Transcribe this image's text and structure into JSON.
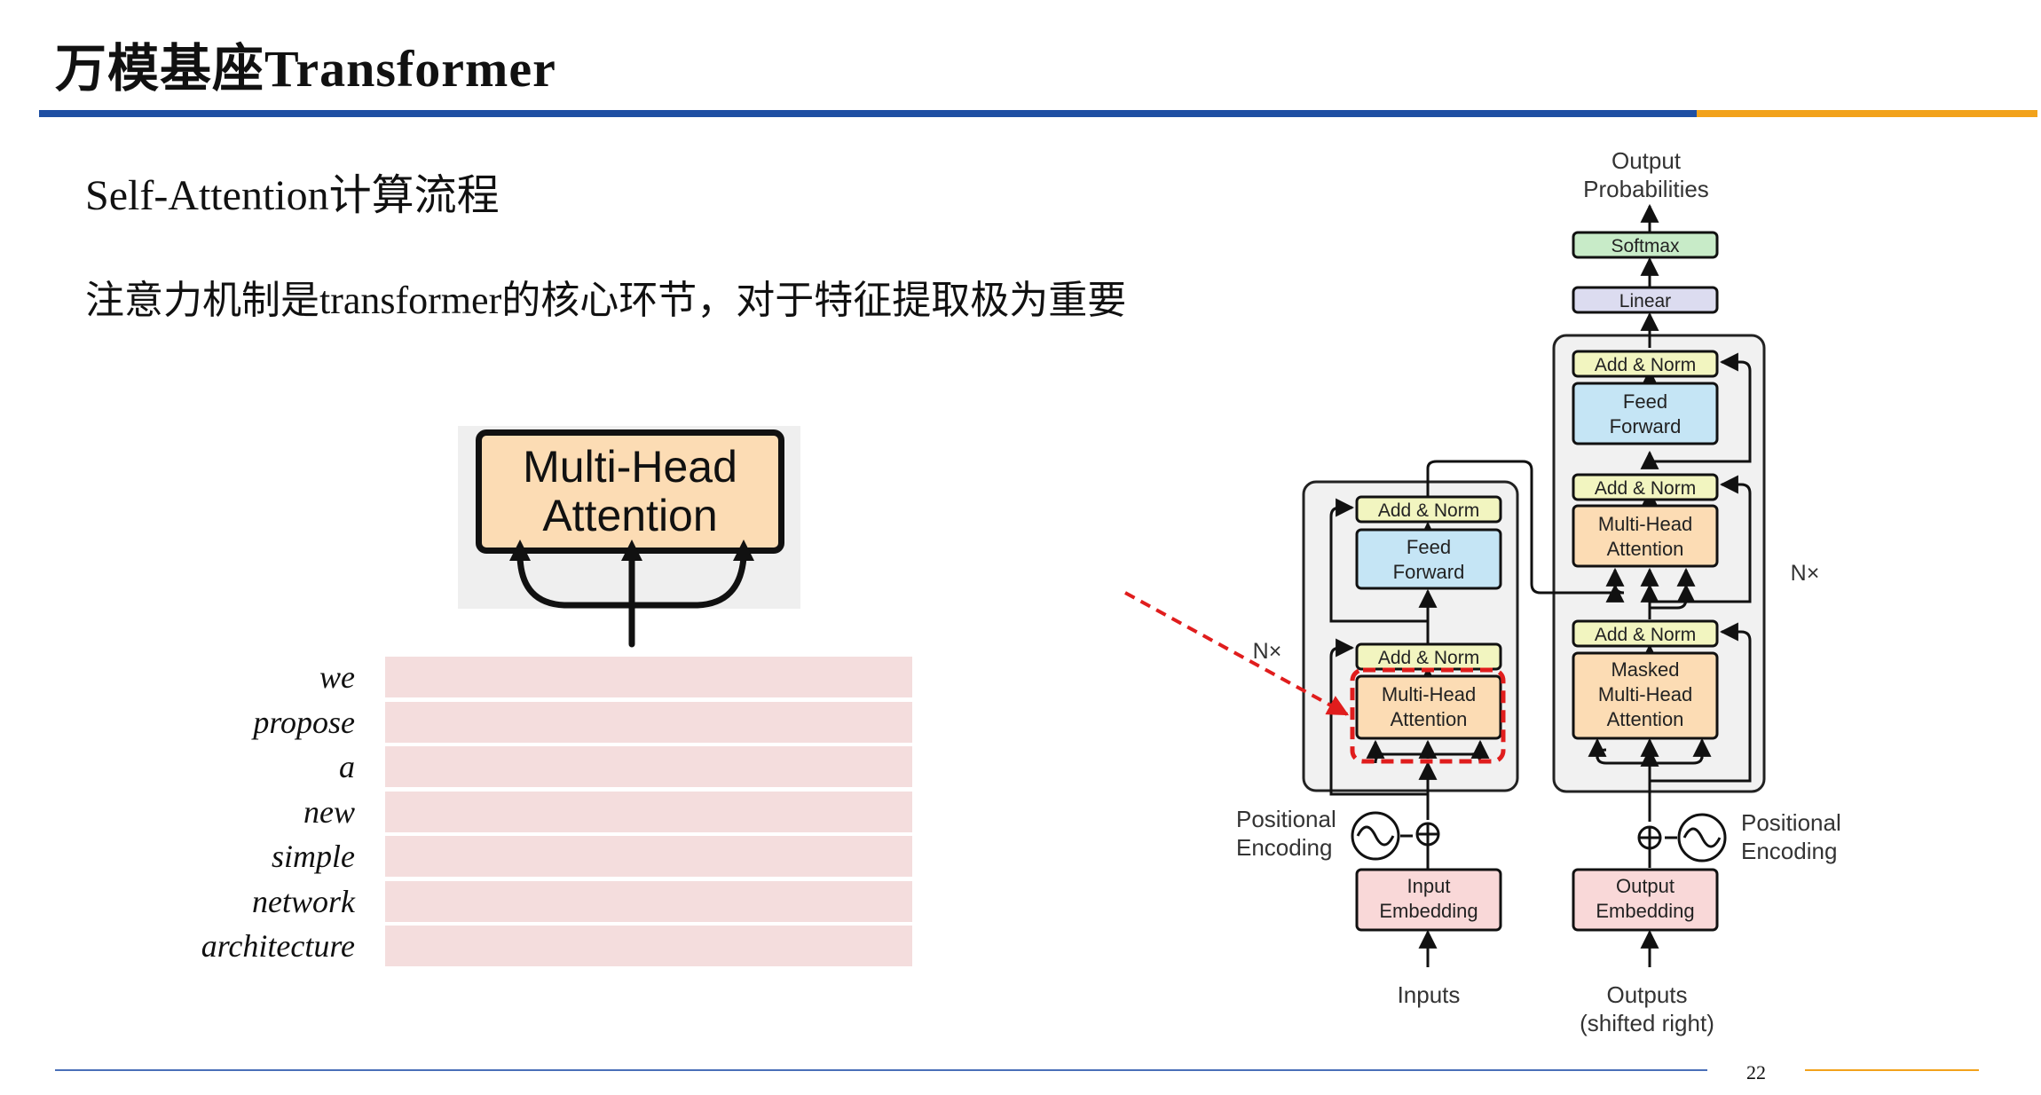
{
  "header": {
    "title": "万模基座Transformer",
    "subtitle": "Self-Attention计算流程",
    "description": "注意力机制是transformer的核心环节，对于特征提取极为重要"
  },
  "left_figure": {
    "block_label": "Multi-Head\nAttention",
    "words": [
      "we",
      "propose",
      "a",
      "new",
      "simple",
      "network",
      "architecture"
    ]
  },
  "transformer": {
    "output_probabilities": "Output\nProbabilities",
    "softmax": "Softmax",
    "linear": "Linear",
    "add_norm": "Add & Norm",
    "feed_forward": "Feed\nForward",
    "multi_head_attention": "Multi-Head\nAttention",
    "masked_multi_head_attention": "Masked\nMulti-Head\nAttention",
    "nx": "N×",
    "positional_encoding": "Positional\nEncoding",
    "input_embedding": "Input\nEmbedding",
    "output_embedding": "Output\nEmbedding",
    "inputs": "Inputs",
    "outputs": "Outputs\n(shifted right)"
  },
  "colors": {
    "title_rule_blue": "#1f4fa3",
    "title_rule_orange": "#f2a21b",
    "attention_fill": "#fcdcb4",
    "feed_forward_fill": "#c5e5f5",
    "add_norm_fill": "#f2f5c0",
    "embedding_fill": "#f9d8d8",
    "softmax_fill": "#c8ebc8",
    "linear_fill": "#dcdcf0",
    "highlight_red": "#e01d1d",
    "word_bar": "#f4dddd"
  },
  "footer": {
    "page_number": "22"
  }
}
